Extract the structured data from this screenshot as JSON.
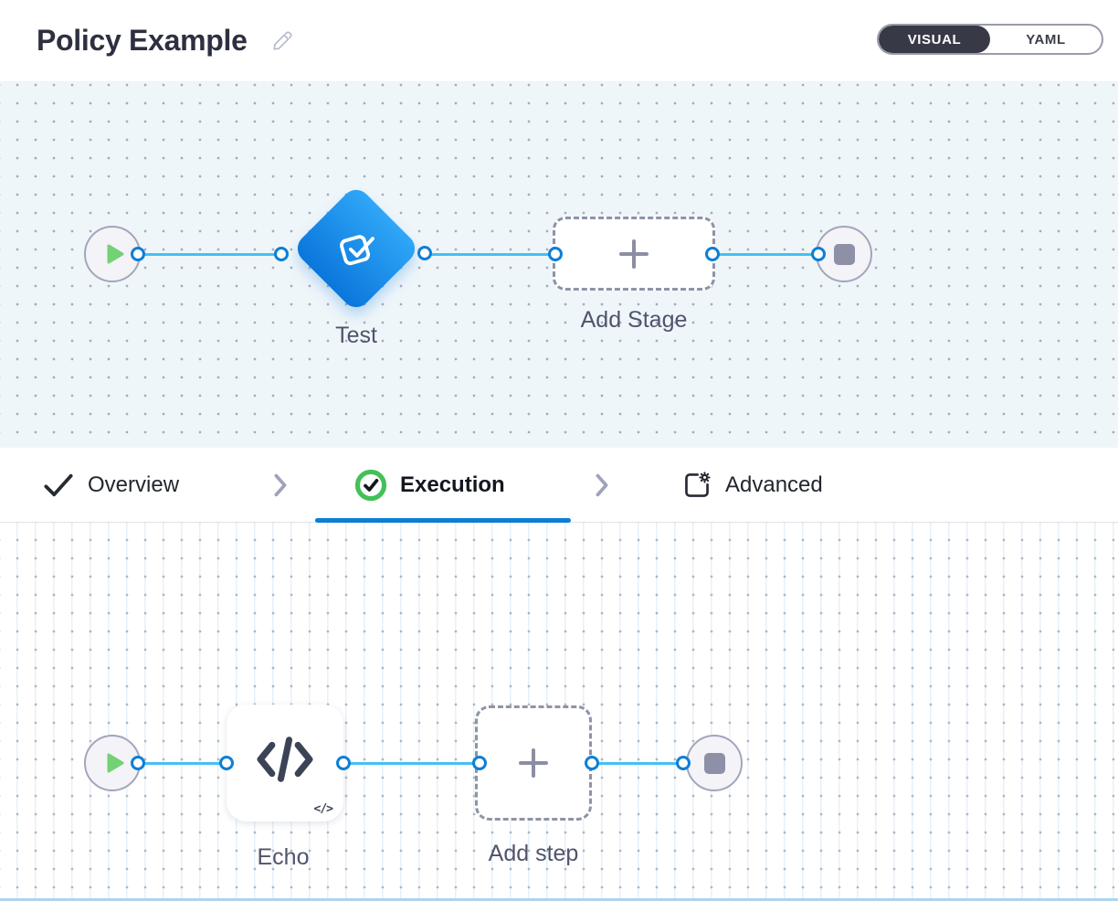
{
  "header": {
    "title": "Policy Example",
    "view_toggle": {
      "visual_label": "VISUAL",
      "yaml_label": "YAML",
      "selected": "VISUAL"
    }
  },
  "stage_pipeline": {
    "stage_label": "Test",
    "add_label": "Add Stage"
  },
  "tabs": [
    {
      "id": "overview",
      "label": "Overview",
      "icon": "check-icon",
      "active": false
    },
    {
      "id": "execution",
      "label": "Execution",
      "icon": "check-circle-icon",
      "active": true
    },
    {
      "id": "advanced",
      "label": "Advanced",
      "icon": "panel-gear-icon",
      "active": false
    }
  ],
  "step_pipeline": {
    "step_label": "Echo",
    "step_badge": "</>",
    "add_label": "Add step"
  },
  "icons": [
    "pencil-icon",
    "play-icon",
    "stop-icon",
    "approval-check-icon",
    "plus-icon",
    "code-icon",
    "check-icon",
    "check-circle-icon",
    "chevron-right-icon",
    "panel-gear-icon"
  ],
  "colors": {
    "accent_blue": "#0b7fd6",
    "connector_blue": "#44c0f3",
    "diamond_gradient_top": "#2fa7f7",
    "diamond_gradient_bottom": "#0b76db",
    "success_green": "#42c157",
    "play_green": "#74d174",
    "toggle_dark": "#383946",
    "canvas_top_bg": "#eff6fa",
    "node_gray": "#8d90a7"
  }
}
